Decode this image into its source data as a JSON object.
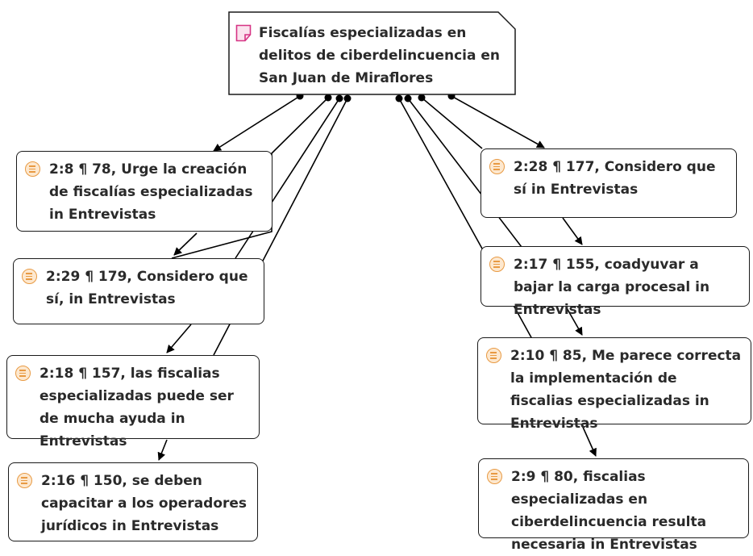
{
  "root": {
    "label": "Fiscalías especializadas en delitos de ciberdelincuencia en San Juan de Miraflores",
    "icon": "document-icon",
    "icon_color": "#d63384"
  },
  "nodes": [
    {
      "id": "n1",
      "label": "2:8 ¶ 78, Urge la creación de fiscalías especializadas in Entrevistas",
      "icon": "quotation-icon"
    },
    {
      "id": "n2",
      "label": "2:29 ¶ 179, Considero que sí, in Entrevistas",
      "icon": "quotation-icon"
    },
    {
      "id": "n3",
      "label": "2:18 ¶ 157, las fiscalias especializadas puede ser de mucha ayuda in Entrevistas",
      "icon": "quotation-icon"
    },
    {
      "id": "n4",
      "label": "2:16 ¶ 150, se deben capacitar a los operadores jurídicos in Entrevistas",
      "icon": "quotation-icon"
    },
    {
      "id": "n5",
      "label": "2:28 ¶ 177, Considero que sí in Entrevistas",
      "icon": "quotation-icon"
    },
    {
      "id": "n6",
      "label": "2:17 ¶ 155, coadyuvar a bajar la carga procesal in Entrevistas",
      "icon": "quotation-icon"
    },
    {
      "id": "n7",
      "label": "2:10 ¶ 85, Me parece correcta la implementación de fiscalias especializadas in Entrevistas",
      "icon": "quotation-icon"
    },
    {
      "id": "n8",
      "label": "2:9 ¶ 80, fiscalias especializadas en ciberdelincuencia resulta necesaria in Entrevistas",
      "icon": "quotation-icon"
    }
  ],
  "links": [
    {
      "from": "root",
      "to": "n1"
    },
    {
      "from": "root",
      "to": "n2"
    },
    {
      "from": "root",
      "to": "n3"
    },
    {
      "from": "root",
      "to": "n4"
    },
    {
      "from": "root",
      "to": "n5"
    },
    {
      "from": "root",
      "to": "n6"
    },
    {
      "from": "root",
      "to": "n7"
    },
    {
      "from": "root",
      "to": "n8"
    }
  ],
  "colors": {
    "quote_icon_fill": "#fde8cf",
    "quote_icon_stroke": "#e89a43",
    "line": "#000000"
  }
}
